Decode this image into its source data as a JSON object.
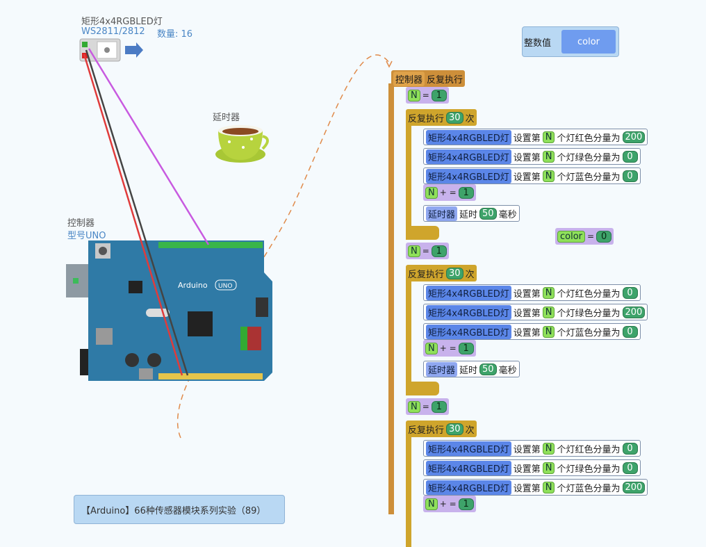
{
  "led": {
    "title": "矩形4x4RGBLED灯",
    "model": "WS2811/2812",
    "count_label": "数量: 16"
  },
  "timer_label": "延时器",
  "controller": {
    "label": "控制器",
    "model": "型号UNO"
  },
  "int_card": {
    "label": "整数值",
    "button": "color"
  },
  "program": {
    "header_ctrl": "控制器",
    "header_loop": "反复执行",
    "var_n": "N",
    "eq": "=",
    "plus_eq": "+ =",
    "repeat_label": "反复执行",
    "times_label": "次",
    "led_name": "矩形4x4RGBLED灯",
    "set_label": "设置第",
    "red_label": "个灯红色分量为",
    "green_label": "个灯绿色分量为",
    "blue_label": "个灯蓝色分量为",
    "timer_name": "延时器",
    "delay_label": "延时",
    "ms_label": "毫秒",
    "color_var": "color",
    "color_val": "0",
    "groups": [
      {
        "init": "1",
        "repeat": "30",
        "red": "200",
        "green": "0",
        "blue": "0",
        "inc": "1",
        "delay": "50"
      },
      {
        "init": "1",
        "repeat": "30",
        "red": "0",
        "green": "200",
        "blue": "0",
        "inc": "1",
        "delay": "50"
      },
      {
        "init": "1",
        "repeat": "30",
        "red": "0",
        "green": "0",
        "blue": "200",
        "inc": "1"
      }
    ]
  },
  "bottom_card": "【Arduino】66种传感器模块系列实验（89）"
}
